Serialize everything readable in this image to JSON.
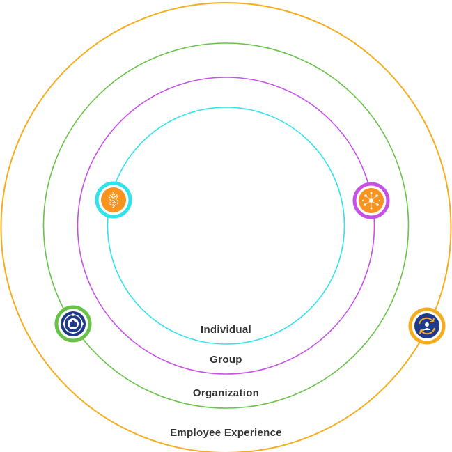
{
  "rings": [
    {
      "id": "employee-experience",
      "label": "Employee Experience",
      "color": "#f5ad1f"
    },
    {
      "id": "organization",
      "label": "Organization",
      "color": "#68c24a"
    },
    {
      "id": "group",
      "label": "Group",
      "color": "#c552e4"
    },
    {
      "id": "individual",
      "label": "Individual",
      "color": "#2ee3ec"
    }
  ],
  "label_color": "#333333",
  "icons": [
    {
      "id": "dollar",
      "icon": "dollar-coin-icon",
      "ring_color": "#2ee3ec",
      "fill": "#f7931e"
    },
    {
      "id": "network",
      "icon": "network-nodes-icon",
      "ring_color": "#c552e4",
      "fill": "#f7931e"
    },
    {
      "id": "organization-badge",
      "icon": "organization-badge-icon",
      "ring_color": "#68c24a",
      "fill": "#1f3a8a"
    },
    {
      "id": "employee-cycle",
      "icon": "employee-cycle-icon",
      "ring_color": "#f5ad1f",
      "fill": "#1f3a8a"
    }
  ]
}
